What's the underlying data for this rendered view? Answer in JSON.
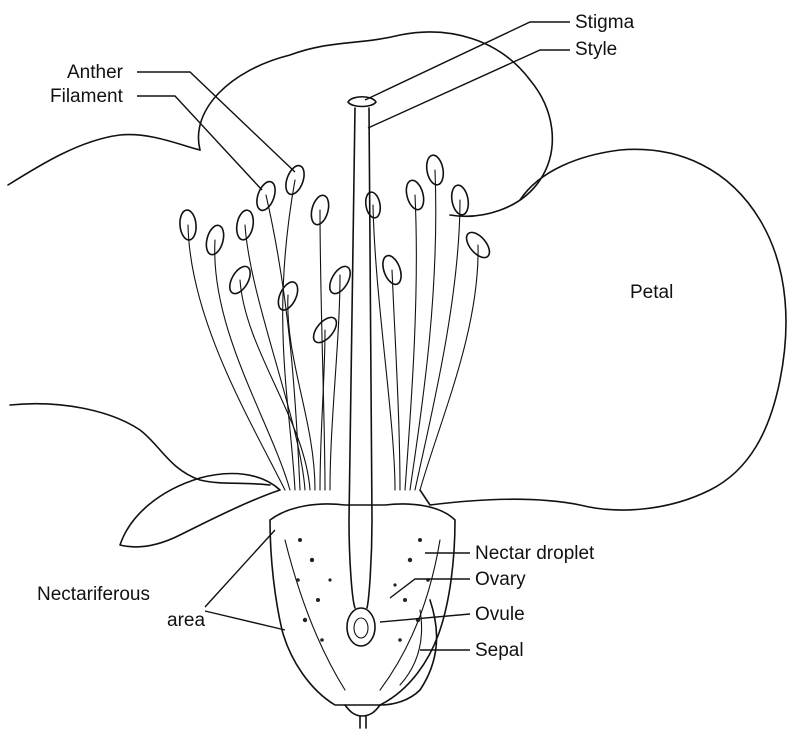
{
  "labels": {
    "stigma": "Stigma",
    "style": "Style",
    "anther": "Anther",
    "filament": "Filament",
    "petal": "Petal",
    "nectar_droplet": "Nectar droplet",
    "ovary": "Ovary",
    "ovule": "Ovule",
    "sepal": "Sepal",
    "nectariferous_line1": "Nectariferous",
    "nectariferous_line2": "area"
  }
}
